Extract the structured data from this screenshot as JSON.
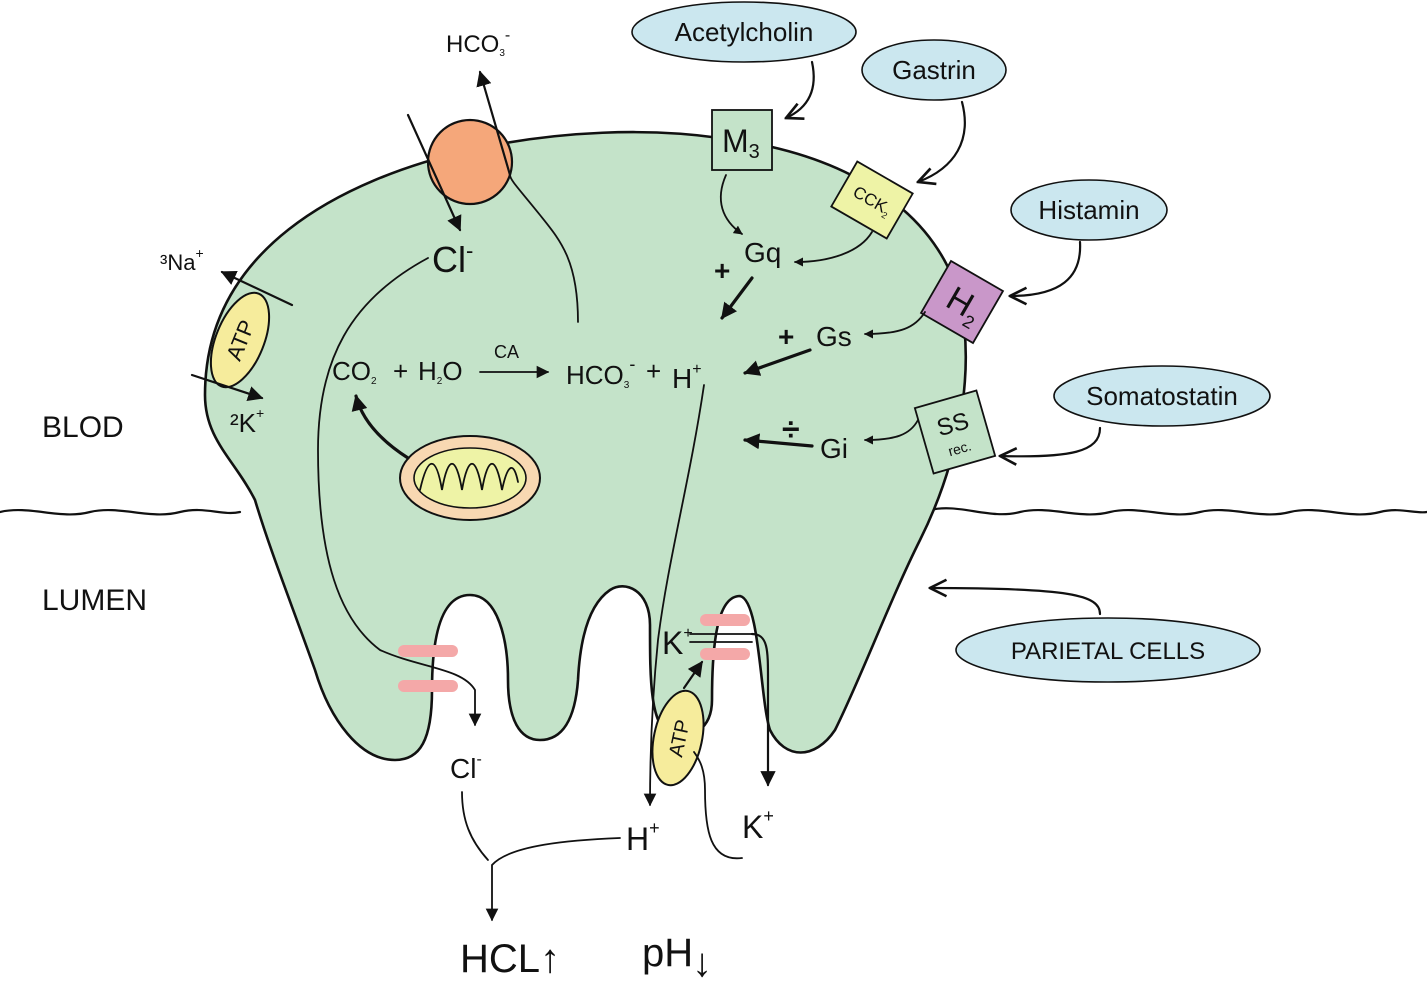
{
  "colors": {
    "cell": "#c4e3c9",
    "oval": "#cbe7ef",
    "receptor_m3": "#c4e3c9",
    "receptor_cck": "#eef3a6",
    "receptor_h2": "#c997c9",
    "receptor_ss": "#c4e3c9",
    "atp": "#f6ec9c",
    "channel": "#f4a8a8",
    "exchanger": "#f5a77a",
    "mito_outer": "#f8d8b2",
    "mito_inner": "#eef3a6"
  },
  "regions": {
    "blood": "BLOD",
    "lumen": "LUMEN"
  },
  "regulators": {
    "acetylcholin": "Acetylcholin",
    "gastrin": "Gastrin",
    "histamin": "Histamin",
    "somatostatin": "Somatostatin",
    "parietal": "PARIETAL CELLS"
  },
  "receptors": {
    "m3": "M",
    "m3_sub": "3",
    "cck": "CCK",
    "cck_sub": "2",
    "h2": "H",
    "h2_sub": "2",
    "ss": "SS",
    "ss_sub": "rec."
  },
  "gproteins": {
    "gq": "Gq",
    "gs": "Gs",
    "gi": "Gi"
  },
  "signs": {
    "plus_gq": "+",
    "plus_gs": "+",
    "minus_gi": "÷"
  },
  "ions": {
    "hco3_top": "HCO",
    "hco3_top_sub": "3",
    "hco3_top_sup": "-",
    "cl_top": "Cl",
    "cl_top_sup": "-",
    "na": "³Na",
    "na_sup": "+",
    "k_blood": "²K",
    "k_blood_sup": "+",
    "k_pump": "K",
    "k_pump_sup": "+",
    "cl_lumen": "Cl",
    "cl_lumen_sup": "-",
    "h_lumen": "H",
    "h_lumen_sup": "+",
    "k_lumen": "K",
    "k_lumen_sup": "+"
  },
  "atp": {
    "blood": "ATP",
    "lumen": "ATP"
  },
  "reaction": {
    "co2": "CO",
    "co2_sub": "2",
    "plus1": "+",
    "h2o_h": "H",
    "h2o_sub": "2",
    "h2o_o": "O",
    "enzyme": "CA",
    "hco3": "HCO",
    "hco3_sub": "3",
    "hco3_sup": "-",
    "plus2": "+",
    "h": "H",
    "h_sup": "+"
  },
  "results": {
    "hcl": "HCL",
    "hcl_arrow": "↑",
    "ph": "pH",
    "ph_arrow": "↓"
  }
}
